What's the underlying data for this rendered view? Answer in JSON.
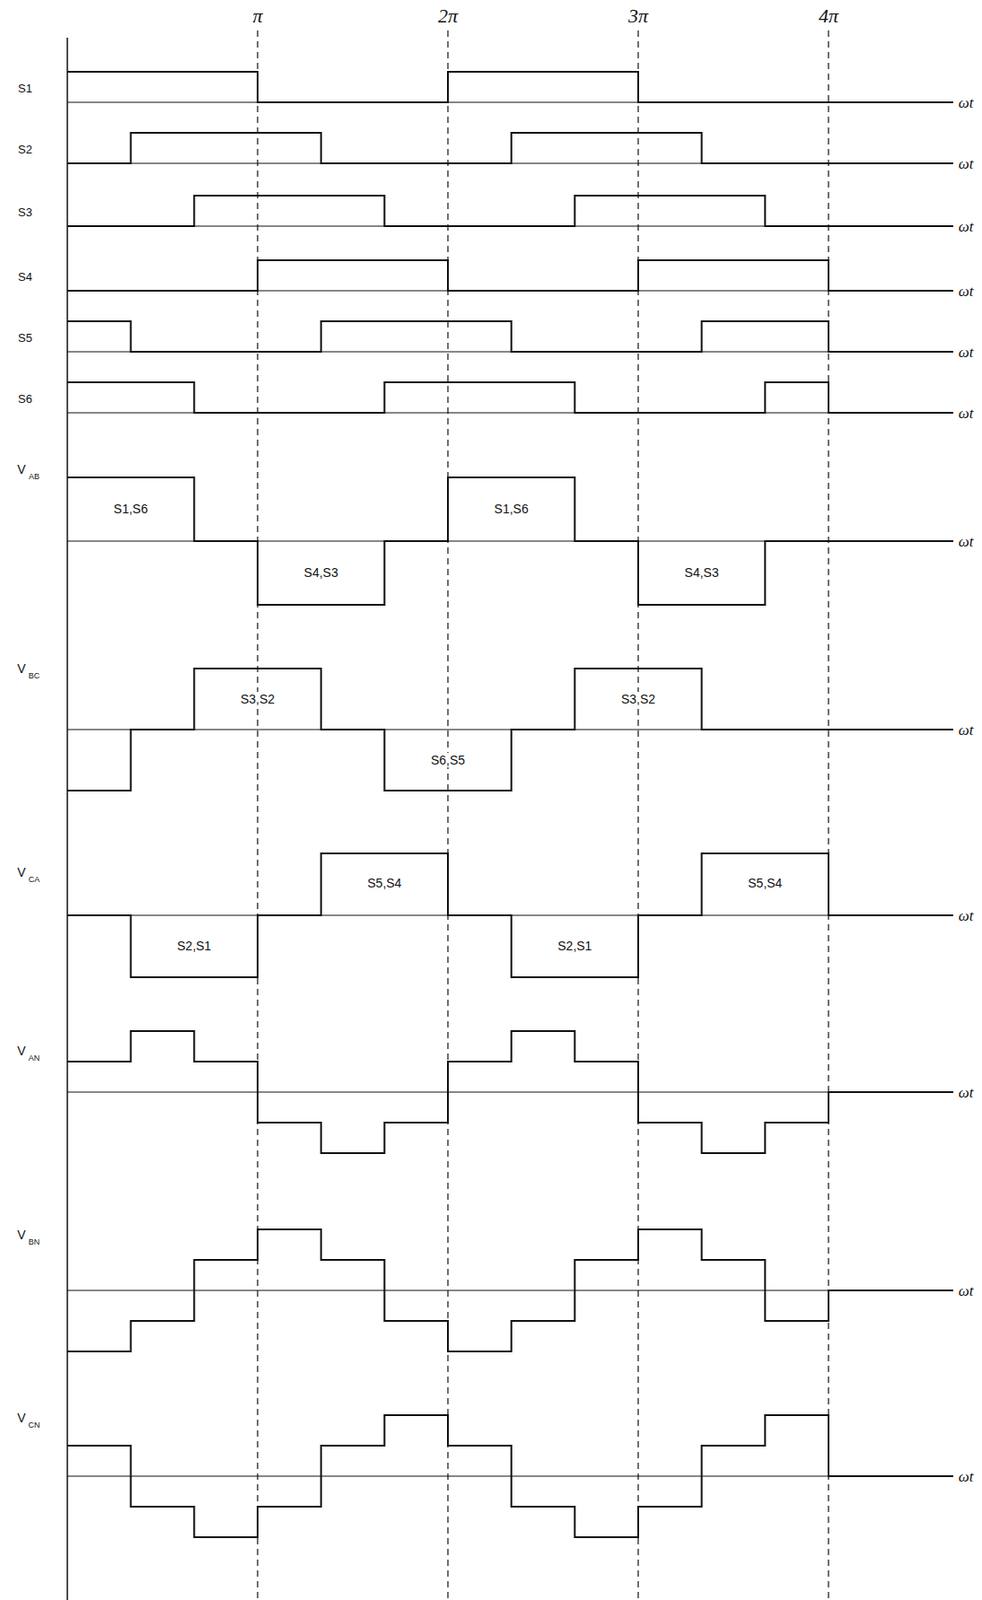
{
  "diagram": {
    "labels": [
      "π",
      "2π",
      "3π",
      "4π",
      "S1",
      "S2",
      "S3",
      "S4",
      "S5",
      "S6",
      "V",
      "AB",
      "V",
      "BC",
      "V",
      "CA",
      "V",
      "AN",
      "V",
      "BN",
      "V",
      "CN",
      "ωt",
      "ωt",
      "ωt",
      "ωt",
      "ωt",
      "ωt",
      "ωt",
      "ωt",
      "ωt",
      "ωt",
      "ωt",
      "ωt",
      "S1,S6",
      "S1,S6",
      "S4,S3",
      "S4,S3",
      "S3,S2",
      "S3,S2",
      "S6,S5",
      "S5,S4",
      "S5,S4",
      "S2,S1",
      "S2,S1"
    ]
  }
}
